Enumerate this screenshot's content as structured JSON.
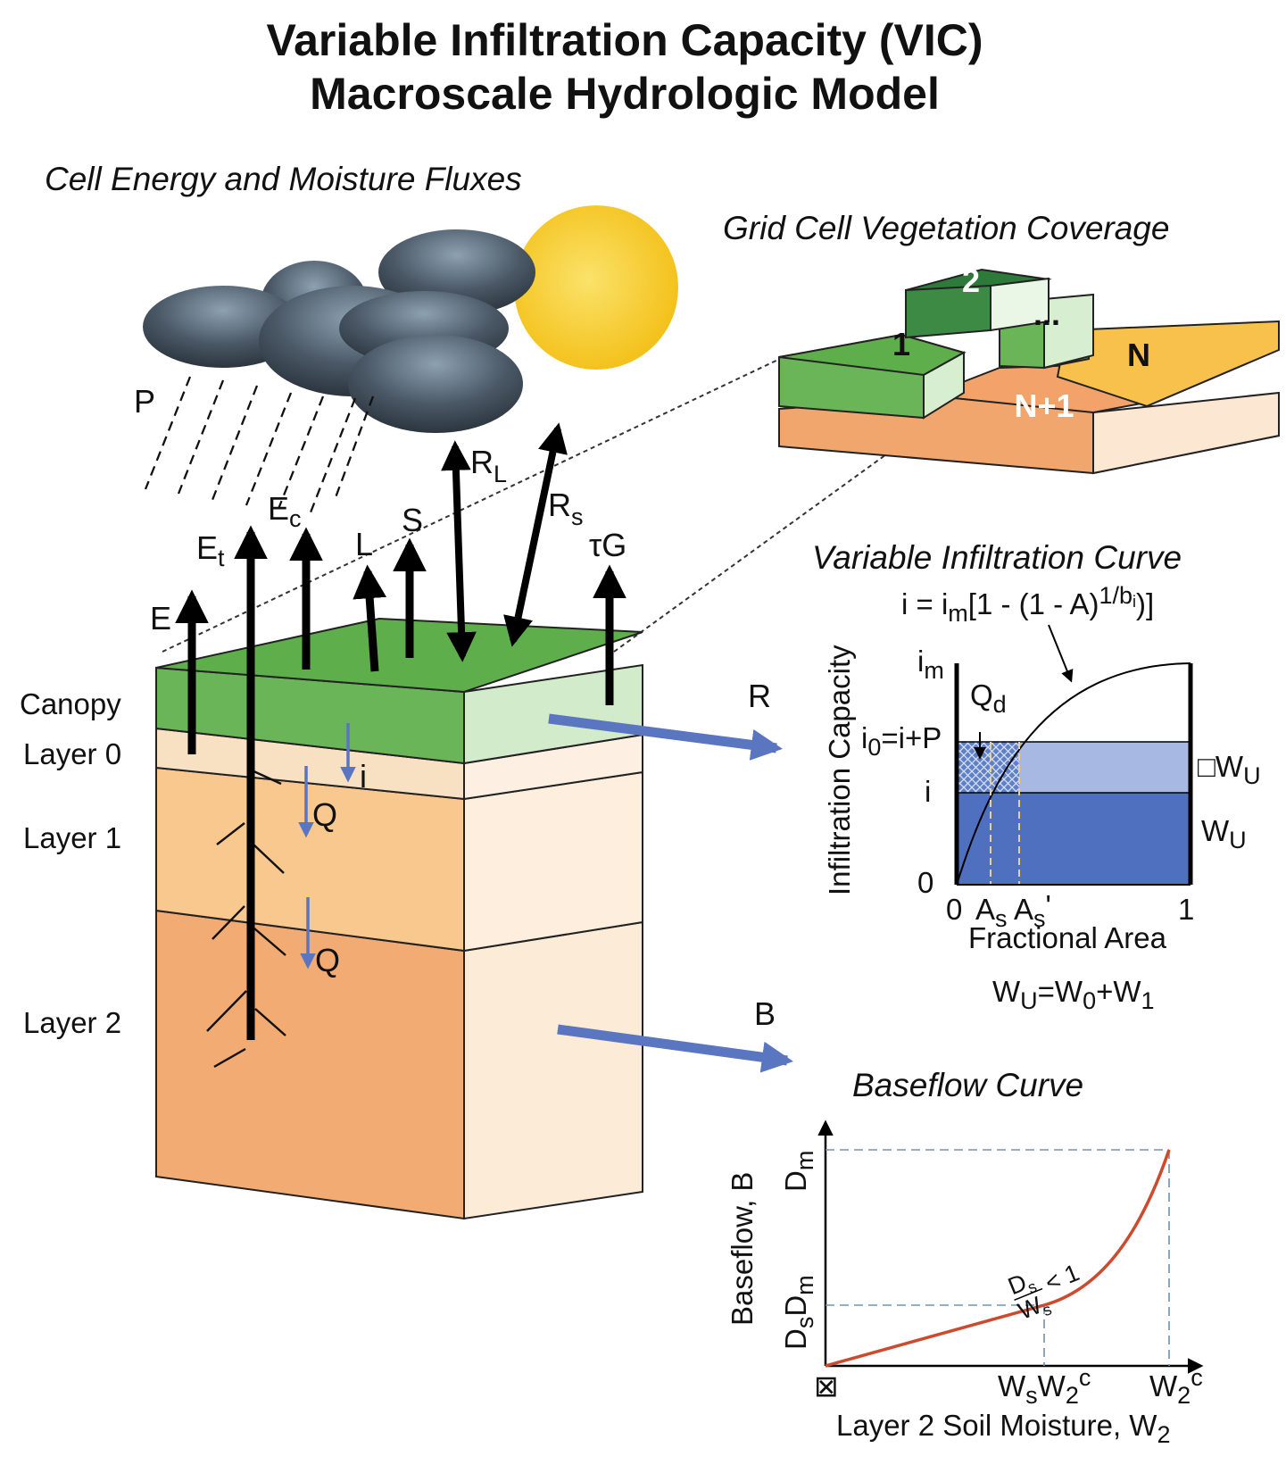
{
  "title": {
    "line1": "Variable Infiltration Capacity (VIC)",
    "line2": "Macroscale Hydrologic Model"
  },
  "fluxes": {
    "heading": "Cell Energy and Moisture Fluxes",
    "precip": "P",
    "e": "E",
    "et": "E",
    "et_sub": "t",
    "ec": "E",
    "ec_sub": "c",
    "l": "L",
    "s": "S",
    "rl": "R",
    "rl_sub": "L",
    "rs": "R",
    "rs_sub": "s",
    "tg": "τG",
    "i": "i",
    "q1": "Q",
    "q2": "Q",
    "runoff": "R",
    "baseflow": "B"
  },
  "layers": {
    "canopy": "Canopy",
    "layer0": "Layer 0",
    "layer1": "Layer 1",
    "layer2": "Layer 2"
  },
  "vegetation": {
    "heading": "Grid Cell Vegetation Coverage",
    "patch1": "1",
    "patch2": "2",
    "patch_dots": "...",
    "patchN": "N",
    "patchN1": "N+1"
  },
  "infiltration": {
    "heading": "Variable Infiltration Curve",
    "eq_a": "i = i",
    "eq_a_sub": "m",
    "eq_b": "[1 - (1 - A)",
    "eq_b_sup": "1/b",
    "eq_b_sup_sub": "i",
    "eq_c": ")]",
    "ylabel": "Infiltration Capacity",
    "im": "i",
    "im_sub": "m",
    "qd": "Q",
    "qd_sub": "d",
    "i0a": "i",
    "i0a_sub": "0",
    "i0b": "=i+P",
    "i_tick": "i",
    "zero_y": "0",
    "zero_x": "0",
    "as": "A",
    "as_sub": "s",
    "asp": "A",
    "asp_sub": "s",
    "asp_prime": "'",
    "one": "1",
    "xlabel": "Fractional Area",
    "dwu": "□W",
    "dwu_sub": "U",
    "wu": "W",
    "wu_sub": "U",
    "wu_eq_a": "W",
    "wu_eq_a_sub": "U",
    "wu_eq_b": "=W",
    "wu_eq_b_sub": "0",
    "wu_eq_c": "+W",
    "wu_eq_c_sub": "1"
  },
  "baseflow_curve": {
    "heading": "Baseflow Curve",
    "ylabel": "Baseflow, B",
    "dm": "D",
    "dm_sub": "m",
    "dsdm_a": "D",
    "dsdm_a_sub": "s",
    "dsdm_b": "D",
    "dsdm_b_sub": "m",
    "ratio_num": "D",
    "ratio_num_sub": "s",
    "ratio_den": "W",
    "ratio_den_sub": "s",
    "ratio_lt": "< 1",
    "origin": "⊠",
    "ws_a": "W",
    "ws_a_sub": "s",
    "ws_b": "W",
    "ws_b_sub": "2",
    "ws_b_sup": "c",
    "w2c": "W",
    "w2c_sub": "2",
    "w2c_sup": "c",
    "xlabel": "Layer 2 Soil Moisture, W",
    "xlabel_sub": "2"
  },
  "colors": {
    "canopy": "#6ab557",
    "layer0": "#f8e0c2",
    "layer1": "#f9c88e",
    "layer2": "#f2ab72",
    "flow_arrow": "#5a76c0",
    "curve": "#cc4a2e",
    "sun": "#f5c518",
    "cloud": "#3d4a57"
  }
}
